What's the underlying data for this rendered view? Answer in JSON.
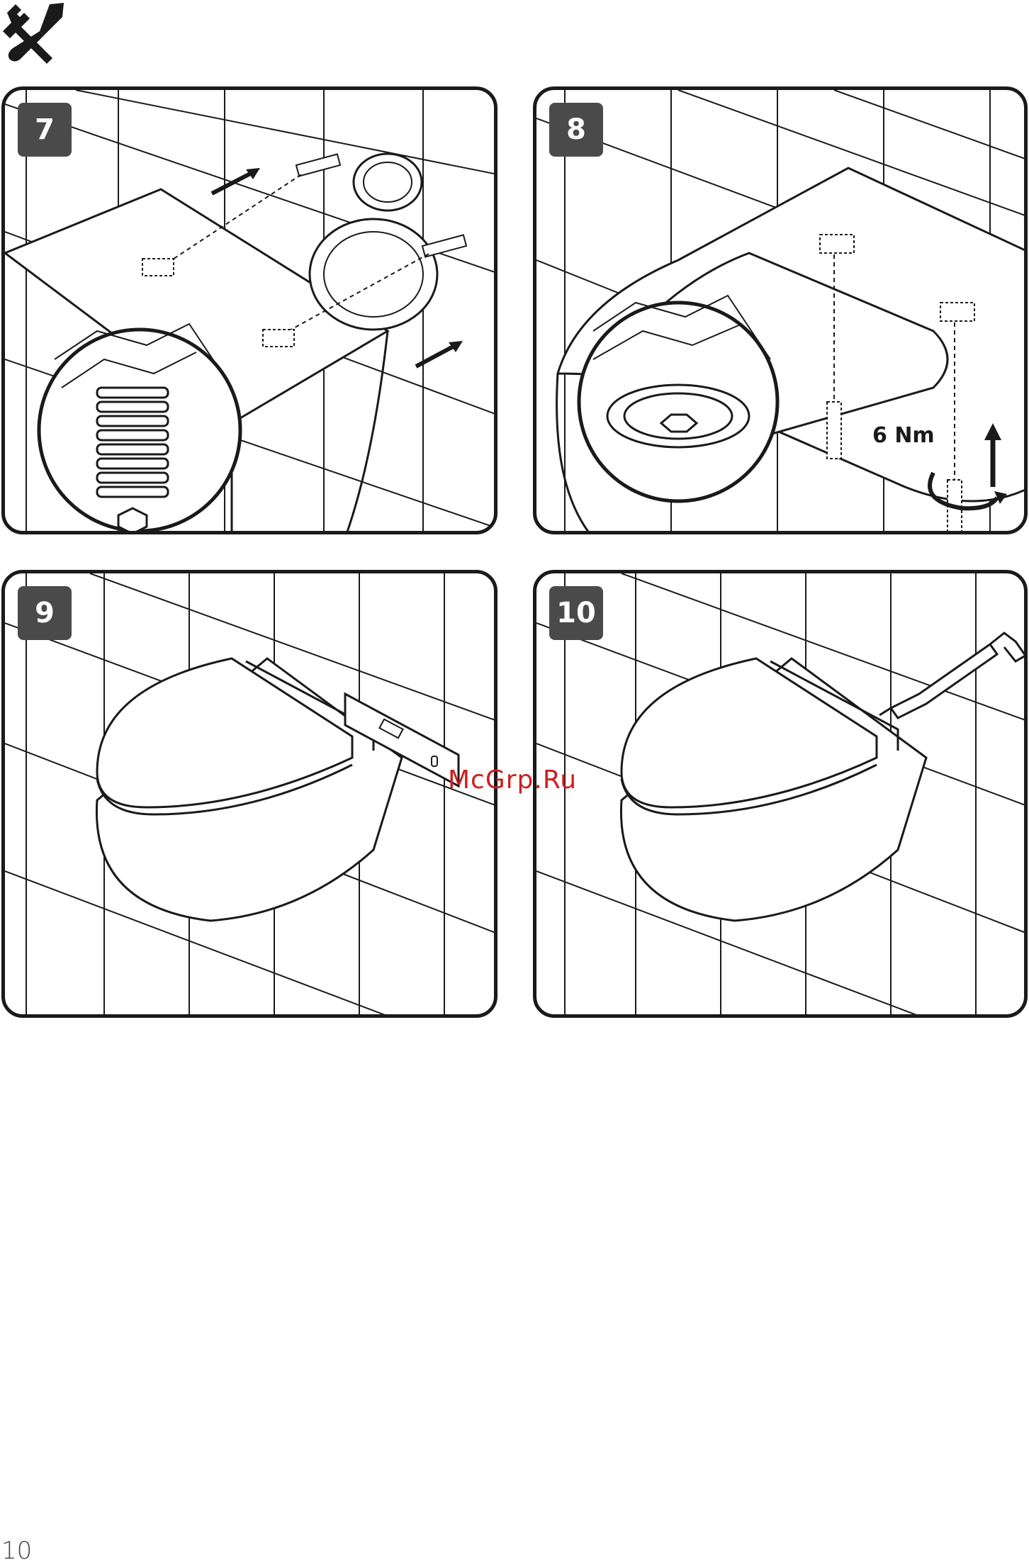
{
  "header": {
    "icon": "tools-icon"
  },
  "steps": [
    {
      "number": "7"
    },
    {
      "number": "8",
      "torque_label": "6 Nm"
    },
    {
      "number": "9"
    },
    {
      "number": "10"
    }
  ],
  "watermark": "McGrp.Ru",
  "footer": {
    "page_number": "10"
  },
  "colors": {
    "badge": "#4a4a4a",
    "watermark": "#cc2020",
    "line": "#1a1a1a"
  }
}
